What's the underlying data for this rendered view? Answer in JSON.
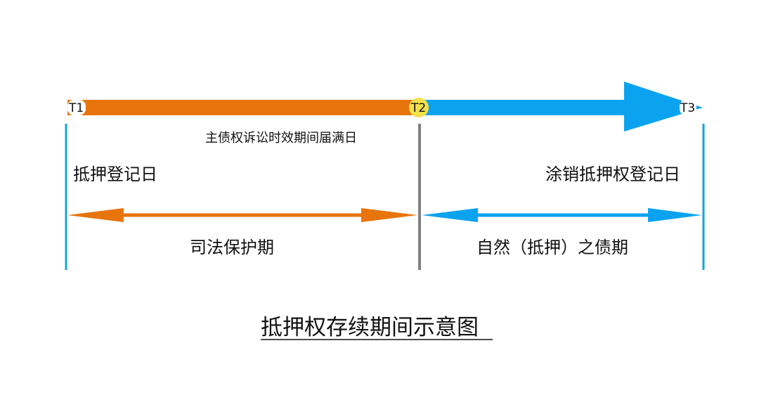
{
  "diagram": {
    "markers": {
      "t1": "T1",
      "t2": "T2",
      "t3": "T3"
    },
    "labels": {
      "expiry_note": "主债权诉讼时效期间届满日",
      "registration_date": "抵押登记日",
      "cancellation_date": "涂销抵押权登记日",
      "judicial_period": "司法保护期",
      "natural_period": "自然（抵押）之债期"
    },
    "caption": "抵押权存续期间示意图",
    "colors": {
      "orange": "#E8740C",
      "blue": "#0BA3F0",
      "yellow": "#F5E04A",
      "gray": "#808080",
      "cyan": "#13A6D8",
      "text": "#111111",
      "background": "#FFFFFF"
    }
  }
}
